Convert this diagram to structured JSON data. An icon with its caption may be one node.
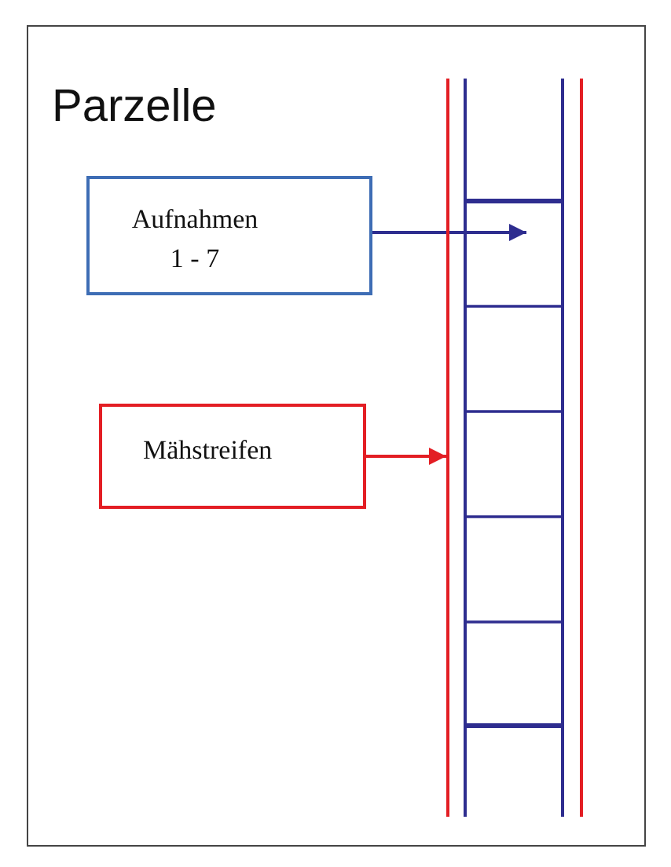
{
  "diagram": {
    "title": "Parzelle",
    "nodes": [
      {
        "text": [
          "Aufnahmen 1 - 7"
        ]
      },
      {
        "text": [
          "Mähstreifen"
        ]
      },
      {
        "text": [],
        "shape": "bar"
      }
    ],
    "edges": [
      {
        "from": 0,
        "to": null,
        "arrow": "to",
        "color": "#2e2d8f"
      },
      {
        "from": 1,
        "to": 2,
        "arrow": "to",
        "color": "#e31e24"
      }
    ]
  }
}
